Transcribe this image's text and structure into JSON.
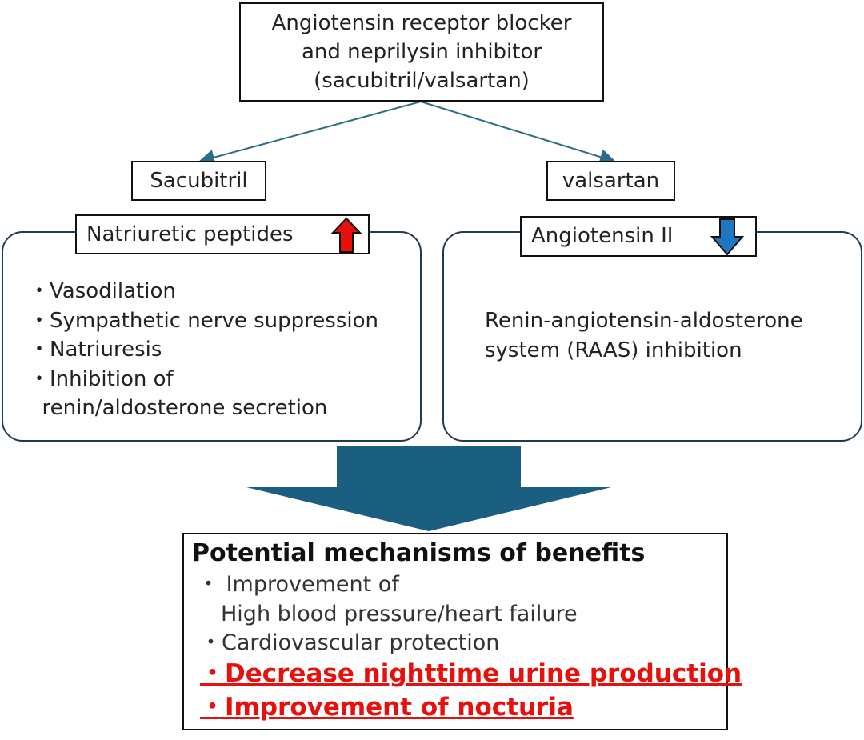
{
  "top_box": {
    "lines": [
      "Angiotensin receptor blocker",
      "and neprilysin inhibitor",
      "(sacubitril/valsartan)"
    ]
  },
  "left": {
    "drug": "Sacubitril",
    "header": "Natriuretic peptides",
    "arrow_icon": "up-arrow-icon",
    "arrow_color": "#e8100c",
    "effects": [
      "・Vasodilation",
      "・Sympathetic nerve suppression",
      "・Natriuresis",
      "・Inhibition of",
      "  renin/aldosterone secretion"
    ]
  },
  "right": {
    "drug": "valsartan",
    "header": "Angiotensin II",
    "arrow_icon": "down-arrow-icon",
    "arrow_color": "#1f77c4",
    "effects": [
      "Renin-angiotensin-aldosterone",
      "system (RAAS) inhibition"
    ]
  },
  "big_arrow": {
    "color": "#1a5f80"
  },
  "benefits": {
    "title": "Potential mechanisms of benefits",
    "items": [
      "・ Improvement of",
      "High blood pressure/heart failure",
      "・Cardiovascular protection"
    ],
    "highlights": [
      "・Decrease nighttime urine production",
      "・Improvement of nocturia"
    ],
    "highlight_color": "#e8100c"
  }
}
